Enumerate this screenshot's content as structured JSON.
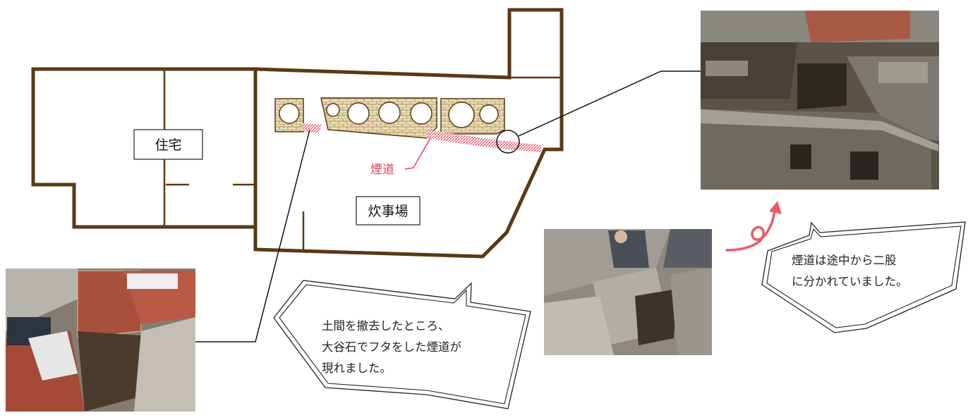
{
  "labels": {
    "house": "住宅",
    "kitchen": "炊事場",
    "flue": "煙道"
  },
  "bubbles": {
    "left": {
      "lines": [
        "土間を撤去したところ、",
        "大谷石でフタをした煙道が",
        "現れました。"
      ]
    },
    "right": {
      "lines": [
        "煙道は途中から二股",
        "に分かれていました。"
      ]
    }
  },
  "colors": {
    "wall": "#5a3a12",
    "brick": "#e9dbb2",
    "flue": "#e0405a",
    "arrow": "#e95b6a"
  },
  "photos": {
    "left": "excavated-floor-with-brick-stove",
    "middle": "worker-lifting-oya-stone-cover",
    "right": "forked-flue-channel"
  }
}
